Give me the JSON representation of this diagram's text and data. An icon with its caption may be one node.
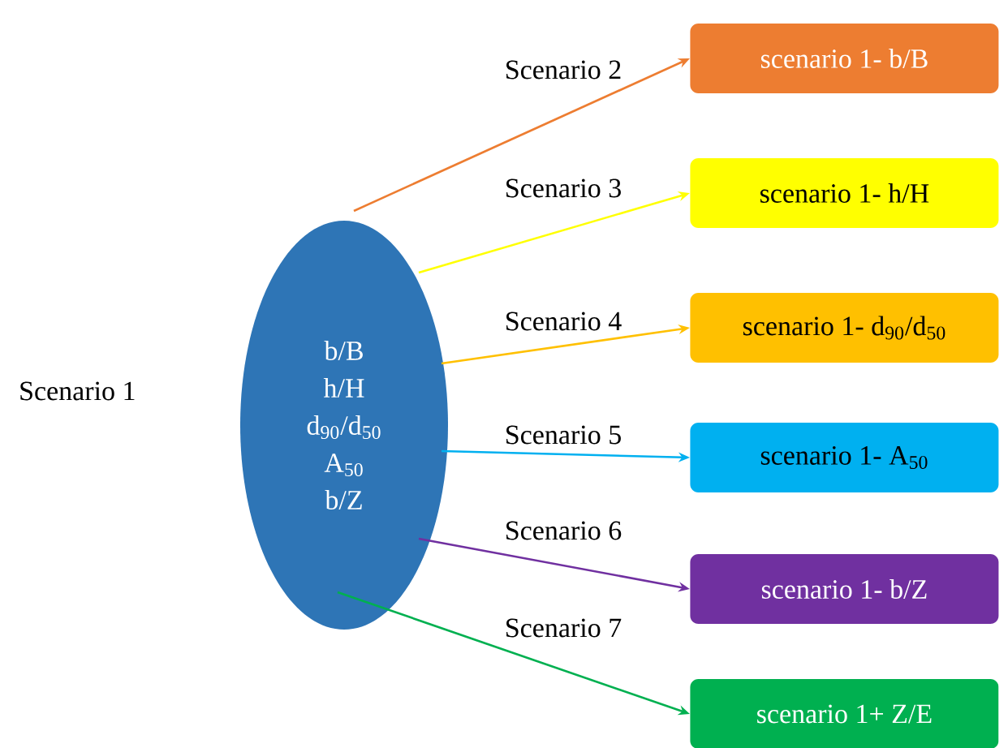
{
  "diagram": {
    "nodes": [
      {
        "text": [
          "b/B",
          "h/H",
          "d$_{90}$/d$_{50}$",
          "A$_{50}$",
          "b/Z"
        ],
        "beside": [
          "Scenario 1"
        ]
      },
      {
        "text": [
          "scenario 1- b/B"
        ]
      },
      {
        "text": [
          "scenario 1- h/H"
        ]
      },
      {
        "text": [
          "scenario 1- d$_{90}$/d$_{50}$"
        ]
      },
      {
        "text": [
          "scenario 1- A$_{50}$"
        ]
      },
      {
        "text": [
          "scenario 1- b/Z"
        ]
      },
      {
        "text": [
          "scenario 1+ Z/E"
        ]
      }
    ],
    "edges": [
      {
        "from": 0,
        "to": 1,
        "arrow": "to",
        "label": "Scenario 2",
        "color": "#ed7d31"
      },
      {
        "from": 0,
        "to": 2,
        "arrow": "to",
        "label": "Scenario 3",
        "color": "#ffff00"
      },
      {
        "from": 0,
        "to": 3,
        "arrow": "to",
        "label": "Scenario 4",
        "color": "#ffc000"
      },
      {
        "from": 0,
        "to": 4,
        "arrow": "to",
        "label": "Scenario 5",
        "color": "#00b0f0"
      },
      {
        "from": 0,
        "to": 5,
        "arrow": "to",
        "label": "Scenario 6",
        "color": "#7030a0"
      },
      {
        "from": 0,
        "to": 6,
        "arrow": "to",
        "label": "Scenario 7",
        "color": "#00b050"
      }
    ]
  }
}
